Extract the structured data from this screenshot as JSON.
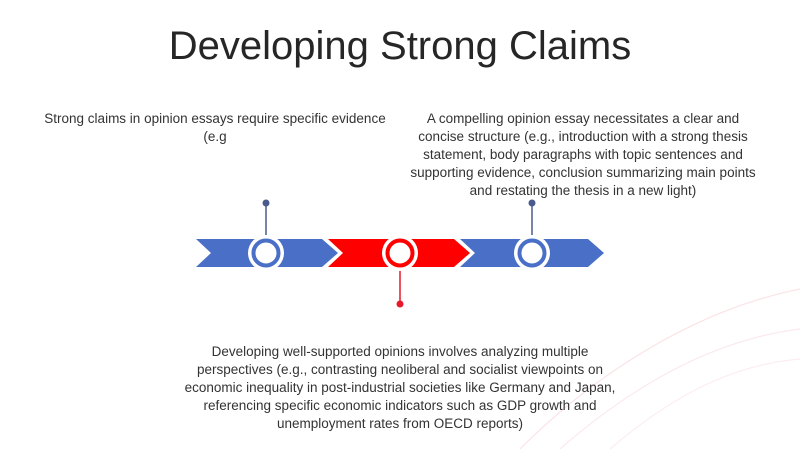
{
  "slide": {
    "title": "Developing Strong Claims",
    "points": [
      {
        "text": "Strong claims in opinion essays require specific evidence (e.g"
      },
      {
        "text": "A compelling opinion essay necessitates a clear and concise structure (e.g., introduction with a strong thesis statement, body paragraphs with topic sentences and supporting evidence, conclusion summarizing main points and restating the thesis in a new light)"
      },
      {
        "text": "Developing well-supported opinions involves analyzing multiple perspectives (e.g., contrasting neoliberal and socialist viewpoints on economic inequality in post-industrial societies like Germany and Japan, referencing specific economic indicators such as GDP growth and unemployment rates from OECD reports)"
      }
    ]
  },
  "colors": {
    "blue": "#4a6fc7",
    "red": "#ff0000",
    "stem_blue": "#4a5a8c",
    "stem_red": "#e8192c"
  },
  "icons": [
    "timeline-node-icon",
    "timeline-node-icon",
    "timeline-node-icon"
  ]
}
